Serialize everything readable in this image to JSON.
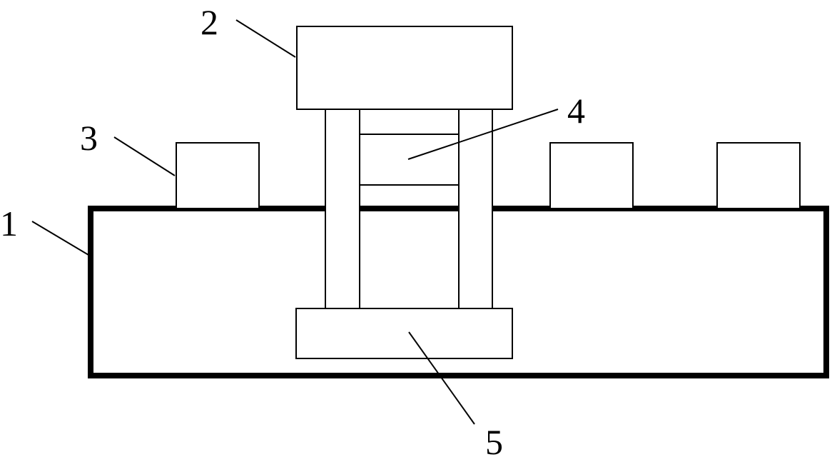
{
  "diagram": {
    "callouts": {
      "base": "1",
      "top_block": "2",
      "side_block": "3",
      "middle_block": "4",
      "bottom_block": "5"
    },
    "colors": {
      "stroke": "#000000",
      "fill": "#ffffff"
    }
  }
}
